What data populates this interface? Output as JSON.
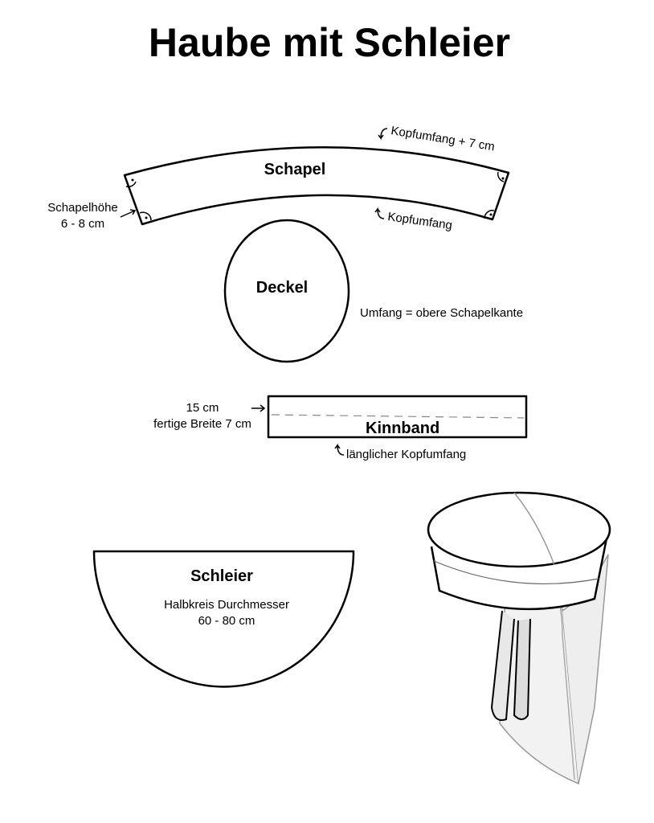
{
  "title": "Haube mit Schleier",
  "schapel": {
    "label": "Schapel",
    "top_edge": "Kopfumfang + 7 cm",
    "bottom_edge": "Kopfumfang",
    "height_label_1": "Schapelhöhe",
    "height_label_2": "6 - 8 cm"
  },
  "deckel": {
    "label": "Deckel",
    "note": "Umfang = obere Schapelkante"
  },
  "kinnband": {
    "label": "Kinnband",
    "width_label_1": "15 cm",
    "width_label_2": "fertige Breite 7 cm",
    "length_label": "länglicher Kopfumfang"
  },
  "schleier": {
    "label": "Schleier",
    "note_1": "Halbkreis Durchmesser",
    "note_2": "60 - 80 cm"
  }
}
